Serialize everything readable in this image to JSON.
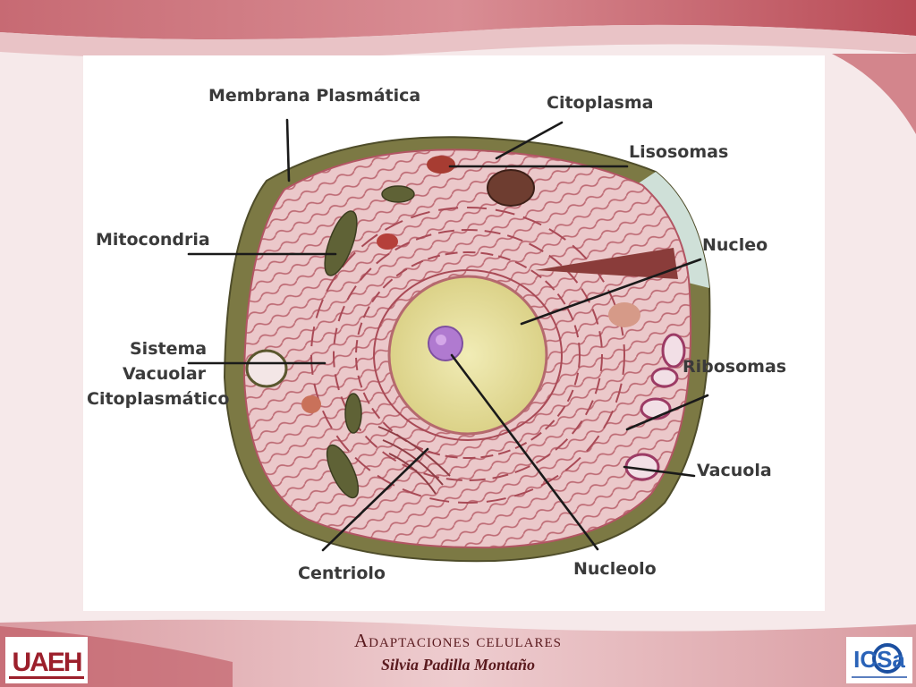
{
  "labels": {
    "membrana": "Membrana Plasmática",
    "citoplasma": "Citoplasma",
    "lisosomas": "Lisosomas",
    "mitocondria": "Mitocondria",
    "nucleo": "Nucleo",
    "sistema_1": "Sistema",
    "sistema_2": "Vacuolar",
    "sistema_3": "Citoplasmático",
    "ribosomas": "Ribosomas",
    "vacuola": "Vacuola",
    "centriolo": "Centriolo",
    "nucleolo": "Nucleolo"
  },
  "footer": {
    "title": "Adaptaciones celulares",
    "author": "Silvia Padilla Montaño"
  },
  "logos": {
    "left_text": "UAEH",
    "right_text": "ICSa"
  },
  "colors": {
    "theme": "#b5454f",
    "membrane": "#6d6a3c",
    "cytoplasm": "#e8c4c6",
    "nucleus": "#e7e1a0",
    "nucleolus": "#b07ad0"
  }
}
